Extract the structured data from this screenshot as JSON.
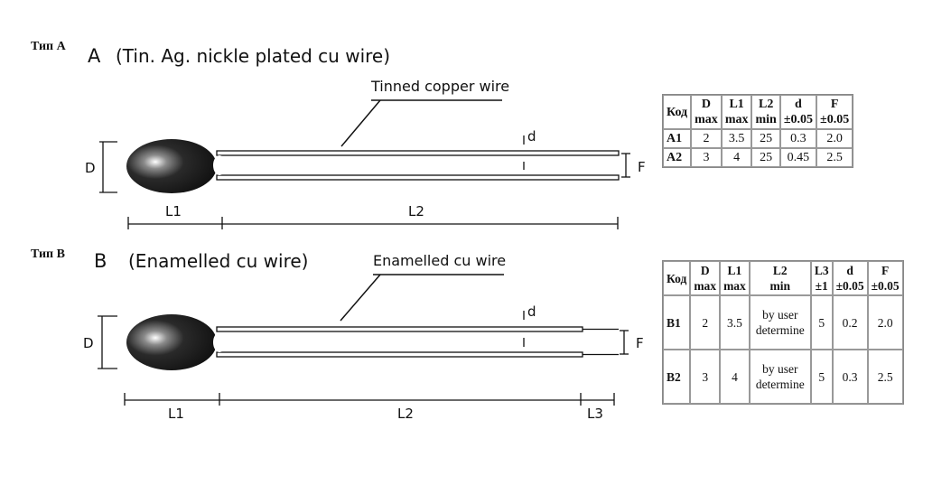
{
  "type_a": {
    "label": "Тип А",
    "heading_letter": "A",
    "heading_text": "(Tin. Ag. nickle plated cu wire)",
    "wire_label": "Tinned copper wire",
    "dims": {
      "D": "D",
      "d": "d",
      "F": "F",
      "L1": "L1",
      "L2": "L2"
    },
    "table": {
      "headers": [
        {
          "top": "Код",
          "bottom": ""
        },
        {
          "top": "D",
          "bottom": "max"
        },
        {
          "top": "L1",
          "bottom": "max"
        },
        {
          "top": "L2",
          "bottom": "min"
        },
        {
          "top": "d",
          "bottom": "±0.05"
        },
        {
          "top": "F",
          "bottom": "±0.05"
        }
      ],
      "rows": [
        [
          "A1",
          "2",
          "3.5",
          "25",
          "0.3",
          "2.0"
        ],
        [
          "A2",
          "3",
          "4",
          "25",
          "0.45",
          "2.5"
        ]
      ]
    }
  },
  "type_b": {
    "label": "Тип В",
    "heading_letter": "B",
    "heading_text": "(Enamelled cu wire)",
    "wire_label": "Enamelled cu wire",
    "dims": {
      "D": "D",
      "d": "d",
      "F": "F",
      "L1": "L1",
      "L2": "L2",
      "L3": "L3"
    },
    "table": {
      "headers": [
        {
          "top": "Код",
          "bottom": ""
        },
        {
          "top": "D",
          "bottom": "max"
        },
        {
          "top": "L1",
          "bottom": "max"
        },
        {
          "top": "L2",
          "bottom": "min"
        },
        {
          "top": "L3",
          "bottom": "±1"
        },
        {
          "top": "d",
          "bottom": "±0.05"
        },
        {
          "top": "F",
          "bottom": "±0.05"
        }
      ],
      "rows": [
        [
          "B1",
          "2",
          "3.5",
          "by user determine",
          "5",
          "0.2",
          "2.0"
        ],
        [
          "B2",
          "3",
          "4",
          "by user determine",
          "5",
          "0.3",
          "2.5"
        ]
      ]
    }
  }
}
